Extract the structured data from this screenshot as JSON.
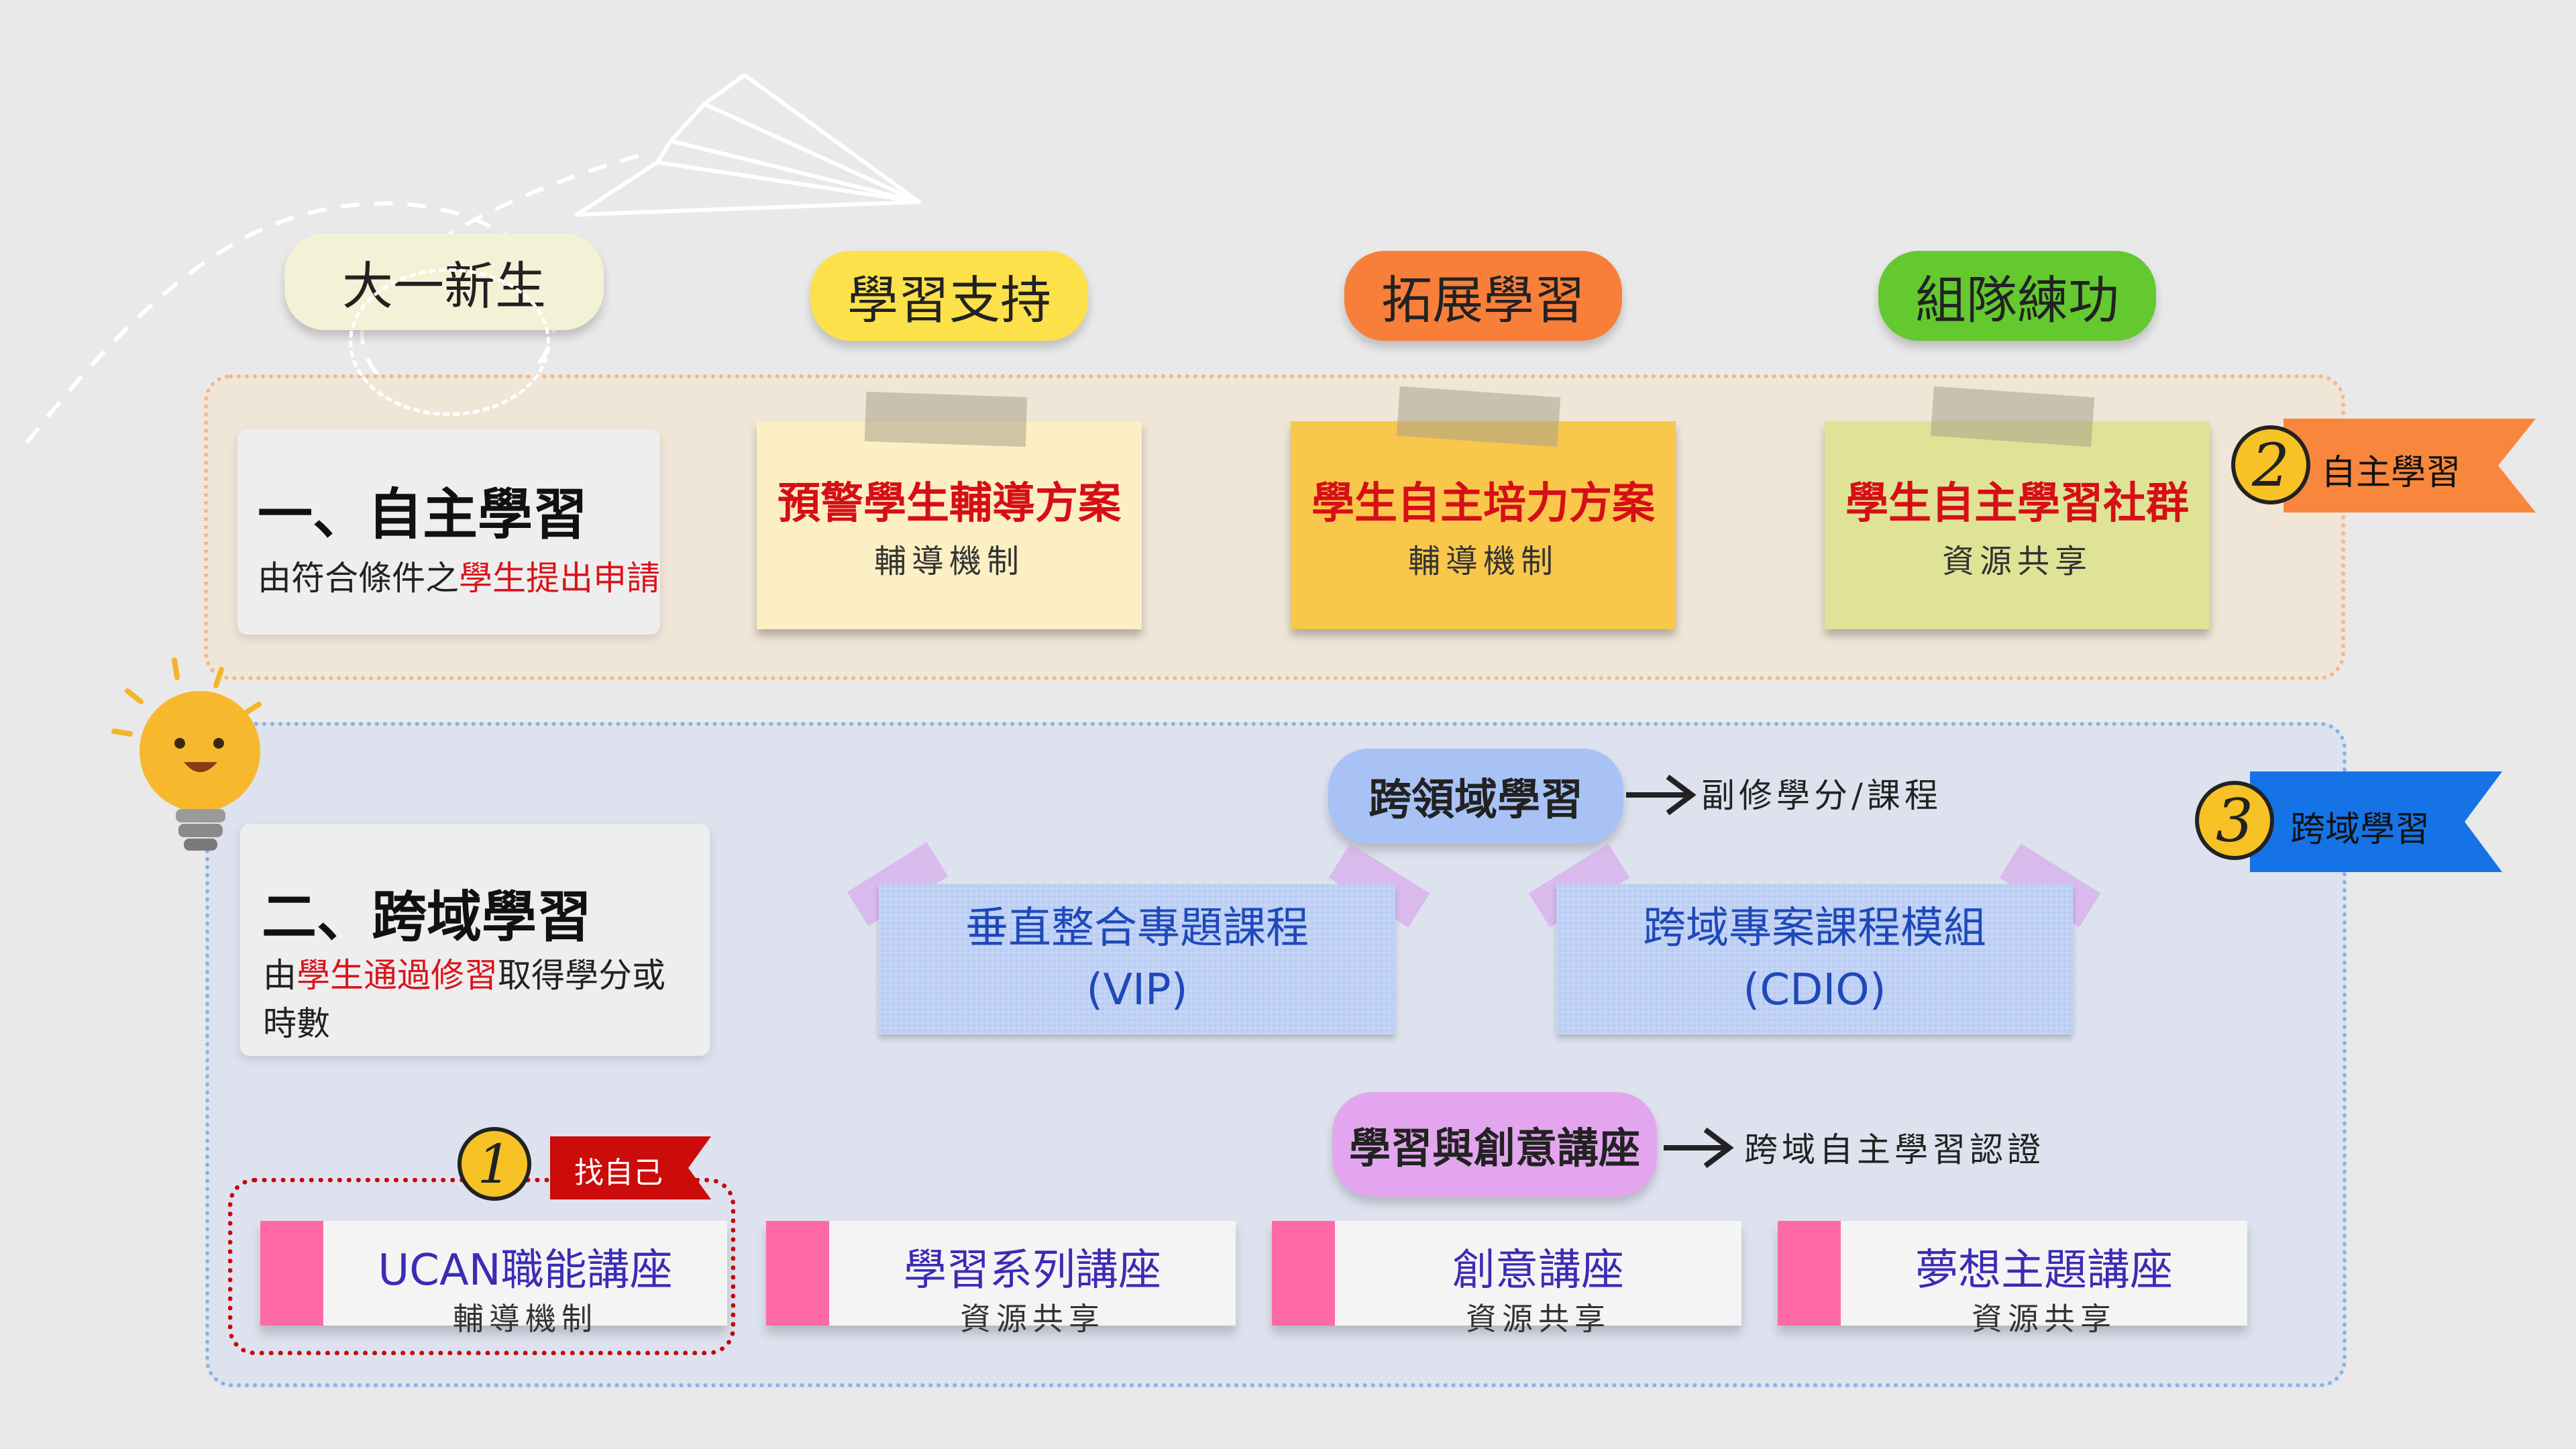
{
  "top_pills": [
    {
      "label": "大一新生",
      "color": "#f3f2d6"
    },
    {
      "label": "學習支持",
      "color": "#fce14a"
    },
    {
      "label": "拓展學習",
      "color": "#f87f3a"
    },
    {
      "label": "組隊練功",
      "color": "#63c92f"
    }
  ],
  "section1": {
    "title": "一、自主學習",
    "desc_prefix": "由符合條件之",
    "desc_highlight": "學生提出申請",
    "notes": [
      {
        "title": "預警學生輔導方案",
        "sub": "輔導機制",
        "color": "#fcefc3"
      },
      {
        "title": "學生自主培力方案",
        "sub": "輔導機制",
        "color": "#f8c74c"
      },
      {
        "title": "學生自主學習社群",
        "sub": "資源共享",
        "color": "#dfe396"
      }
    ],
    "badge": {
      "number": "2",
      "label": "自主學習",
      "color": "#f8873d"
    }
  },
  "section2": {
    "title": "二、跨域學習",
    "desc_prefix": "由",
    "desc_highlight": "學生通過修習",
    "desc_suffix": "取得學分或時數",
    "cross_pill": {
      "label": "跨領域學習",
      "arrow_note": "副修學分/課程",
      "color": "#a8c2f5"
    },
    "projects": [
      {
        "line1": "垂直整合專題課程",
        "line2": "(VIP)"
      },
      {
        "line1": "跨域專案課程模組",
        "line2": "(CDIO)"
      }
    ],
    "creative_pill": {
      "label": "學習與創意講座",
      "arrow_note": "跨域自主學習認證",
      "color": "#e3a6ee"
    },
    "badge": {
      "number": "3",
      "label": "跨域學習",
      "color": "#1673e6"
    }
  },
  "find_self": {
    "number": "1",
    "label": "找自己",
    "color": "#cc0b0b"
  },
  "lectures": [
    {
      "title": "UCAN職能講座",
      "sub": "輔導機制"
    },
    {
      "title": "學習系列講座",
      "sub": "資源共享"
    },
    {
      "title": "創意講座",
      "sub": "資源共享"
    },
    {
      "title": "夢想主題講座",
      "sub": "資源共享"
    }
  ]
}
